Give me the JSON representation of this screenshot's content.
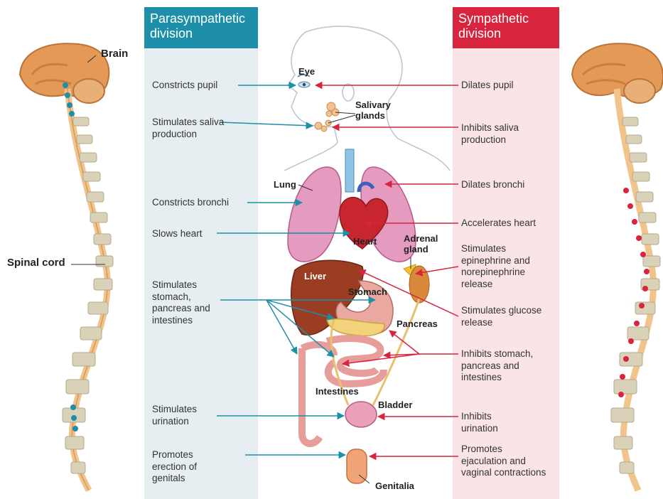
{
  "headers": {
    "parasympathetic": "Parasympathetic division",
    "sympathetic": "Sympathetic division"
  },
  "side_labels": {
    "brain": "Brain",
    "spinal_cord": "Spinal cord"
  },
  "organs": {
    "eye": "Eye",
    "salivary_glands": "Salivary glands",
    "lung": "Lung",
    "heart": "Heart",
    "adrenal_gland": "Adrenal gland",
    "liver": "Liver",
    "stomach": "Stomach",
    "pancreas": "Pancreas",
    "intestines": "Intestines",
    "bladder": "Bladder",
    "genitalia": "Genitalia"
  },
  "parasympathetic_effects": [
    "Constricts pupil",
    "Stimulates saliva production",
    "Constricts bronchi",
    "Slows heart",
    "Stimulates stomach, pancreas and intestines",
    "Stimulates urination",
    "Promotes erection of genitals"
  ],
  "sympathetic_effects": [
    "Dilates pupil",
    "Inhibits saliva production",
    "Dilates bronchi",
    "Accelerates heart",
    "Stimulates epinephrine and norepinephrine release",
    "Stimulates glucose release",
    "Inhibits stomach, pancreas and intestines",
    "Inhibits urination",
    "Promotes ejaculation and vaginal contractions"
  ],
  "colors": {
    "parasympathetic": "#1d8fa8",
    "sympathetic": "#d8243f",
    "spine": "#f0c48a",
    "vertebra": "#d9d2b8"
  }
}
